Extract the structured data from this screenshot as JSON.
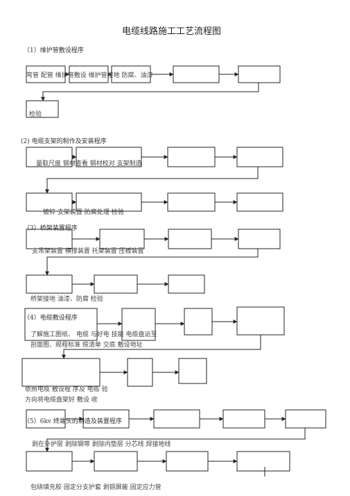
{
  "title": "电缆线路施工工艺流程图",
  "sections": {
    "s1": {
      "heading": "（1）维护管敷设程序",
      "row1": "弯管  配管  维护管敷设  维护管接地  防腐、油漆",
      "row2": "检验"
    },
    "s2": {
      "heading": "(2) 电缆支架的制作及安装程序",
      "row1": "量取尺度  钢材查看  钢材校对  支架制造",
      "row2": "镀锌  支架装置  防腐处理  检验"
    },
    "s3": {
      "heading": "（3）桥架装置程序",
      "row1": "支吊架装置  横撑装置  托架装置  压板装置",
      "row2": "桥架接地  油漆、防腐  检验"
    },
    "s4": {
      "heading": "（4）电缆敷设程序",
      "row1a": "了解施工图纸、  电缆  与好电  技能  电缆盘运至",
      "row1b": "剖面图、规程标准  缆清单  交底  敷设地址",
      "row2a": "依照电缆  敷设程  序及  电缆  验",
      "row2b": "方向将电缆盘架好  敷设  收"
    },
    "s5": {
      "heading": "（5）6kv 终端头的制造及装置程序",
      "row1": "剥在外护层  剥除钢带  剥除内垫层  分芯线  焊接地线",
      "row2": "包绕填充胶  固定分支护套  剥铜屏蔽  固定应力管"
    }
  }
}
